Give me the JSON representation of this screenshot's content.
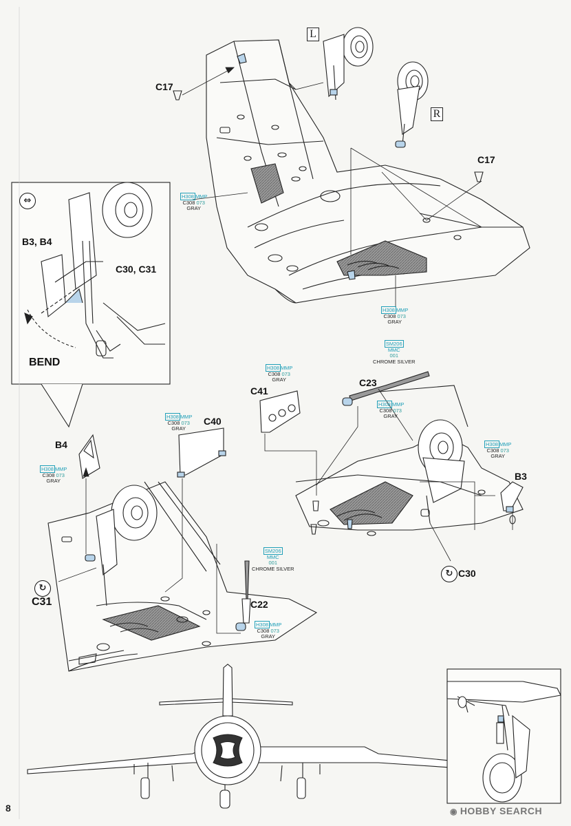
{
  "page": {
    "number": "8"
  },
  "watermark": {
    "text": "HOBBY SEARCH"
  },
  "side_markers": {
    "left": "L",
    "right": "R"
  },
  "labels": {
    "c17_top": "C17",
    "c17_right": "C17",
    "b3_b4": "B3, B4",
    "c30_c31": "C30, C31",
    "bend": "BEND",
    "b4": "B4",
    "c40": "C40",
    "c41": "C41",
    "c23": "C23",
    "b3": "B3",
    "c30": "C30",
    "c31": "C31",
    "c22": "C22"
  },
  "paint": {
    "gray_wing": {
      "h": "H308",
      "m": "MMP",
      "c": "C308",
      "n": "073",
      "name": "GRAY"
    },
    "gray_bay": {
      "h": "H308",
      "m": "MMP",
      "c": "C308",
      "n": "073",
      "name": "GRAY"
    },
    "silver_c23": {
      "h": "SM206",
      "m": "MMC",
      "n": "001",
      "name": "CHROME SILVER"
    },
    "gray_c41": {
      "h": "H308",
      "m": "MMP",
      "c": "C308",
      "n": "073",
      "name": "GRAY"
    },
    "gray_c23": {
      "h": "H308",
      "m": "MMP",
      "c": "C308",
      "n": "073",
      "name": "GRAY"
    },
    "gray_c40": {
      "h": "H308",
      "m": "MMP",
      "c": "C308",
      "n": "073",
      "name": "GRAY"
    },
    "gray_b3": {
      "h": "H308",
      "m": "MMP",
      "c": "C308",
      "n": "073",
      "name": "GRAY"
    },
    "gray_b4": {
      "h": "H308",
      "m": "MMP",
      "c": "C308",
      "n": "073",
      "name": "GRAY"
    },
    "silver_c22": {
      "h": "SM206",
      "m": "MMC",
      "n": "001",
      "name": "CHROME SILVER"
    },
    "gray_c22": {
      "h": "H308",
      "m": "MMP",
      "c": "C308",
      "n": "073",
      "name": "GRAY"
    }
  },
  "icons": {
    "flip_arrow": "double-arrow-icon",
    "rotate_arrow": "rotate-arrow-icon"
  },
  "colors": {
    "paint_cyan": "#1f9fb8",
    "part_blue": "#b8d4ea",
    "paint_gray": "#9a9a9a",
    "ink": "#222222"
  }
}
